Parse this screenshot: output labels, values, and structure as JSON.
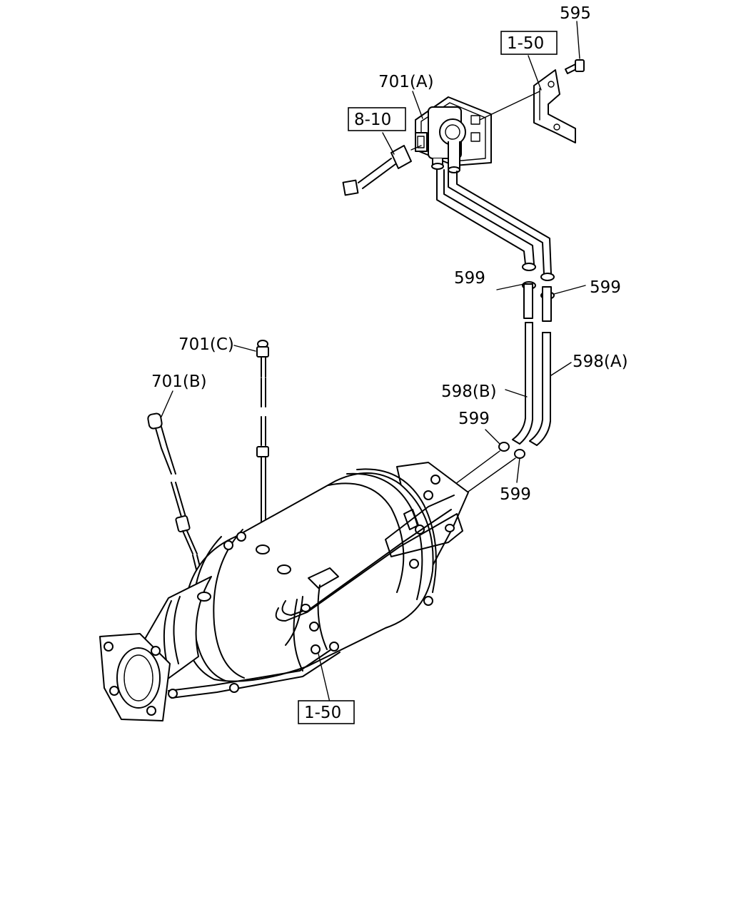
{
  "callouts": {
    "p595": "595",
    "ref_1_50_top": "1-50",
    "p701a": "701(A)",
    "ref_8_10": "8-10",
    "p599_upper_left": "599",
    "p599_upper_right": "599",
    "p701c": "701(C)",
    "p701b": "701(B)",
    "p598a": "598(A)",
    "p598b": "598(B)",
    "p599_lower_left": "599",
    "p599_lower_right": "599",
    "ref_1_50_bottom": "1-50"
  }
}
